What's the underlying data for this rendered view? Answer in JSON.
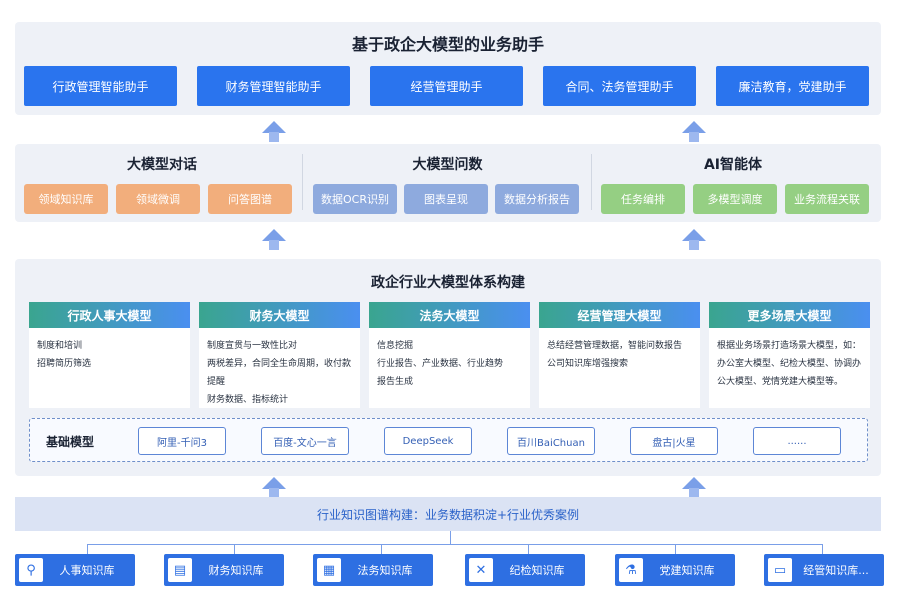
{
  "top": {
    "title": "基于政企大模型的业务助手",
    "buttons": [
      "行政管理智能助手",
      "财务管理智能助手",
      "经营管理助手",
      "合同、法务管理助手",
      "廉洁教育，党建助手"
    ]
  },
  "middle": {
    "sections": [
      {
        "title": "大模型对话",
        "chips": [
          "领域知识库",
          "领域微调",
          "问答图谱"
        ]
      },
      {
        "title": "大模型问数",
        "chips": [
          "数据OCR识别",
          "图表呈现",
          "数据分析报告"
        ]
      },
      {
        "title": "AI智能体",
        "chips": [
          "任务编排",
          "多模型调度",
          "业务流程关联"
        ]
      }
    ]
  },
  "system": {
    "title": "政企行业大模型体系构建",
    "models": [
      {
        "name": "行政人事大模型",
        "lines": [
          "制度和培训",
          "招聘简历筛选"
        ]
      },
      {
        "name": "财务大模型",
        "lines": [
          "制度宣贯与一致性比对",
          "两税差异，合同全生命周期，收付款提醒",
          "财务数据、指标统计"
        ]
      },
      {
        "name": "法务大模型",
        "lines": [
          "信息挖掘",
          "行业报告、产业数据、行业趋势",
          "报告生成"
        ]
      },
      {
        "name": "经营管理大模型",
        "lines": [
          "总结经营管理数据，智能问数报告",
          "公司知识库增强搜索"
        ]
      },
      {
        "name": "更多场景大模型",
        "lines": [
          "根据业务场景打造场景大模型，如：办公室大模型、纪检大模型、协调办公大模型、党情党建大模型等。"
        ]
      }
    ],
    "base_label": "基础模型",
    "base_models": [
      "阿里-千问3",
      "百度-文心一言",
      "DeepSeek",
      "百川BaiChuan",
      "盘古|火星",
      "......"
    ]
  },
  "knowledge_graph": "行业知识图谱构建：业务数据积淀+行业优秀案例",
  "knowledge_bases": [
    {
      "label": "人事知识库",
      "icon": "location-pin-icon",
      "glyph": "⚲"
    },
    {
      "label": "财务知识库",
      "icon": "document-icon",
      "glyph": "▤"
    },
    {
      "label": "法务知识库",
      "icon": "clipboard-icon",
      "glyph": "▦"
    },
    {
      "label": "纪检知识库",
      "icon": "tools-icon",
      "glyph": "✕"
    },
    {
      "label": "党建知识库",
      "icon": "microscope-icon",
      "glyph": "⚗"
    },
    {
      "label": "经管知识库...",
      "icon": "ticket-icon",
      "glyph": "▭"
    }
  ],
  "colors": {
    "primary_blue": "#2a74ee",
    "orange": "#f2ae7c",
    "slate_blue": "#8eaade",
    "green": "#95cf83",
    "panel_bg": "#eef1f7"
  }
}
